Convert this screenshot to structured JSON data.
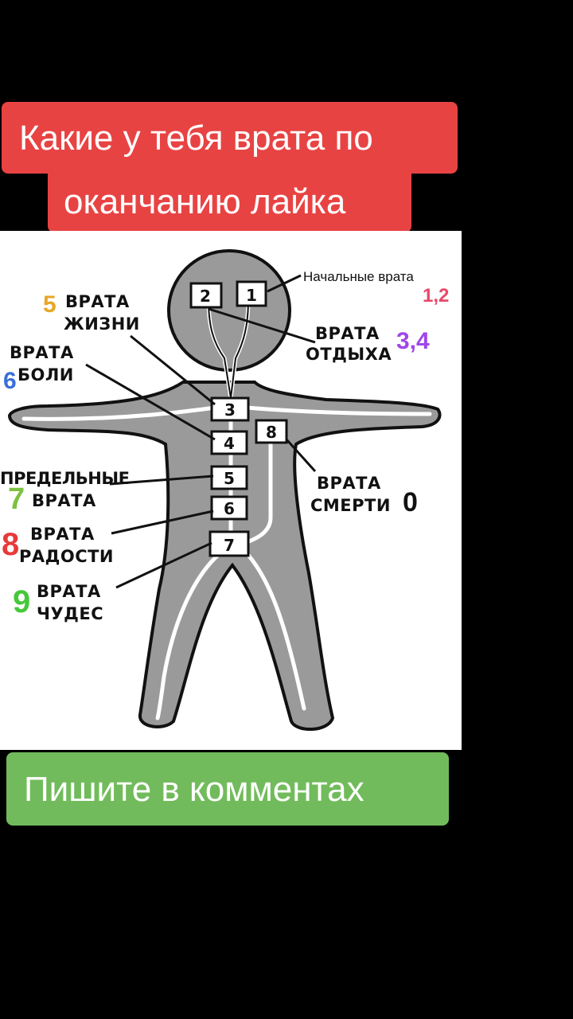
{
  "caption": {
    "line1": "Какие у тебя врата по",
    "line2": "оканчанию лайка",
    "cta": "Пишите в комментах"
  },
  "figure": {
    "boxes": [
      "1",
      "2",
      "3",
      "4",
      "5",
      "6",
      "7",
      "8"
    ],
    "labels": {
      "initial": "Начальные врата",
      "life": [
        "ВРАТА",
        "ЖИЗНИ"
      ],
      "rest": [
        "ВРАТА",
        "ОТДЫХА"
      ],
      "pain": [
        "ВРАТА",
        "БОЛИ"
      ],
      "limit": [
        "ПРЕДЕЛЬНЫЕ",
        "ВРАТА"
      ],
      "joy": [
        "ВРАТА",
        "РАДОСТИ"
      ],
      "miracle": [
        "ВРАТА",
        "ЧУДЕС"
      ],
      "death": [
        "ВРАТА",
        "СМЕРТИ"
      ]
    },
    "digits": {
      "initial": "1,2",
      "life": "5",
      "rest": "3,4",
      "pain": "6",
      "limit": "7",
      "joy": "8",
      "miracle": "9",
      "death": "0"
    },
    "colors": {
      "initial": "#e8476a",
      "life": "#e8a628",
      "rest": "#a046e8",
      "pain": "#3a6fd8",
      "limit": "#7cc142",
      "joy": "#e83a3a",
      "miracle": "#46c83a",
      "death": "#111111"
    }
  }
}
